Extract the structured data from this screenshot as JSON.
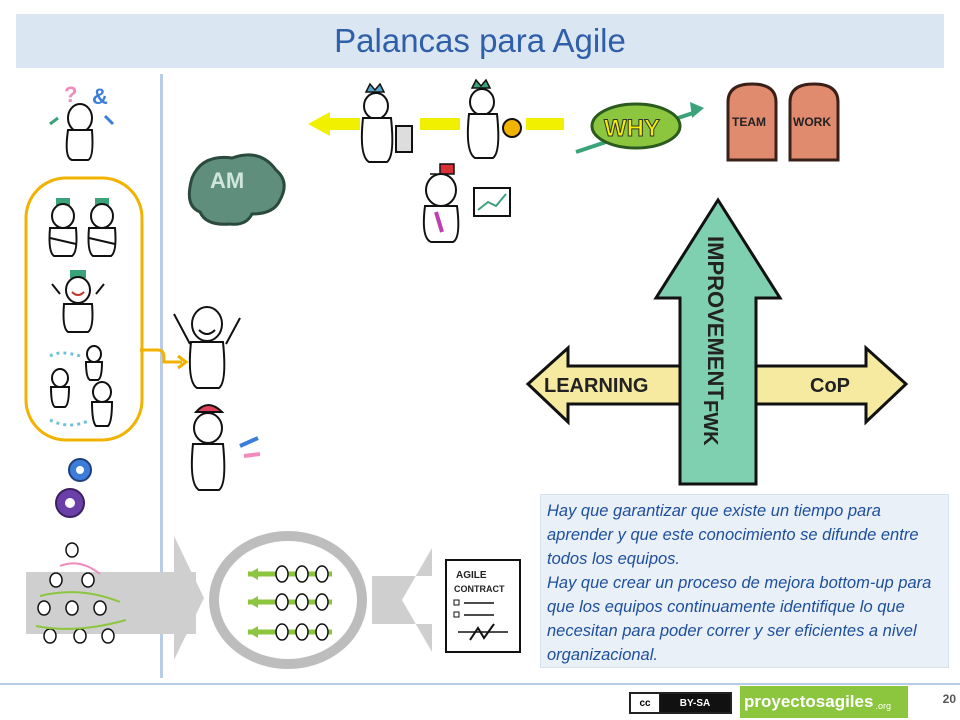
{
  "slide": {
    "title": "Palancas para Agile",
    "page_number": "20"
  },
  "drawings": {
    "brain_label": "AM",
    "why_label": "WHY",
    "tablet_left": "TEAM",
    "tablet_right": "WORK",
    "arrow_up_label": "IMPROVEMENT",
    "arrow_up_sub": "FWK",
    "arrow_left_label": "LEARNING",
    "arrow_right_label": "CoP",
    "contract_line1": "AGILE",
    "contract_line2": "CONTRACT"
  },
  "note": {
    "paragraph1": "Hay que garantizar que existe un tiempo para aprender y que este conocimiento se difunde entre todos los equipos.",
    "paragraph2": "Hay que crear un proceso de mejora bottom-up para que los equipos continuamente identifique lo que necesitan para poder correr y ser eficientes a nivel organizacional."
  },
  "footer": {
    "license_left": "cc",
    "license_right": "BY-SA",
    "logo_text": "proyectosagiles",
    "logo_suffix": ".org"
  },
  "colors": {
    "title_bg": "#dbe6f3",
    "title_text": "#2f5fa8",
    "highlight_outline": "#f2b200",
    "arrow_green": "#7fd0b0",
    "note_text": "#1d4f9c",
    "logo_green": "#8cc63e"
  }
}
